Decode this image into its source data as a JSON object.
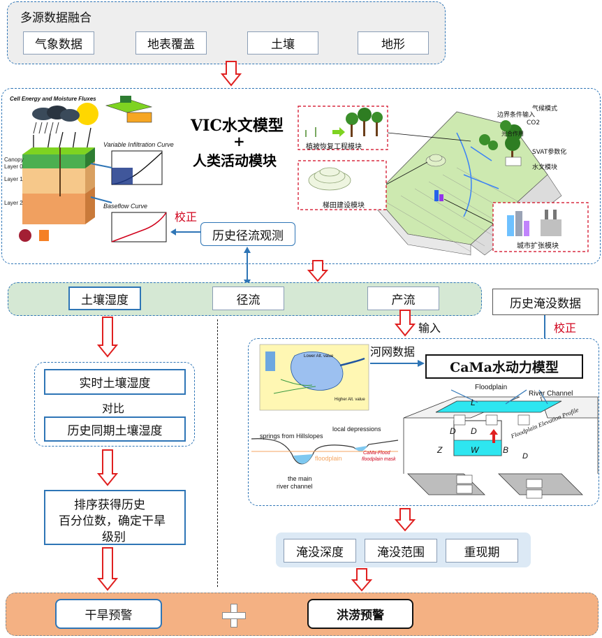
{
  "fusion": {
    "title": "多源数据融合",
    "items": [
      "气象数据",
      "地表覆盖",
      "土壤",
      "地形"
    ]
  },
  "vic": {
    "title_line1": "VIC水文模型",
    "title_plus": "+",
    "title_line2": "人类活动模块",
    "calibrate": "校正",
    "history_runoff": "历史径流观测",
    "fig_title": "Cell Energy and Moisture Fluxes",
    "infil_title": "Variable Infiltration Curve",
    "baseflow_title": "Baseflow Curve",
    "layers": [
      "Canopy",
      "Layer 0",
      "Layer 1",
      "Layer 2"
    ],
    "modules": {
      "terrace_restore": "植被恢复工程模块",
      "terrace_build": "梯田建设模块",
      "city": "城市扩张模块",
      "climate": "气候模式",
      "boundary": "边界条件输入",
      "co2": "CO2",
      "photo": "光合作用",
      "svat": "SVAT参数化",
      "hydro": "水文模块"
    }
  },
  "middle": {
    "items": [
      "土壤湿度",
      "径流",
      "产流"
    ]
  },
  "flood_history": "历史淹没数据",
  "flood_calibrate": "校正",
  "input_label": "输入",
  "river_data": "河网数据",
  "cama": {
    "title": "CaMa水动力模型",
    "floodplain": "Floodplain",
    "river_channel": "River Channel",
    "elevation_profile": "Floodplain Elevation Profile",
    "springs": "springs from Hillslopes",
    "depressions": "local depressions",
    "floodplain_small": "floodplain",
    "main_channel_1": "the main",
    "main_channel_2": "river channel",
    "mask_1": "CaMa-Flood",
    "mask_2": "floodplain mask",
    "lower_alt": "Lower Alt. value",
    "higher_alt": "Higher Alt. value"
  },
  "left_chain": {
    "realtime": "实时土壤湿度",
    "compare": "对比",
    "history_soil": "历史同期土壤湿度",
    "rank_line1": "排序获得历史",
    "rank_line2": "百分位数，确定干旱",
    "rank_line3": "级别"
  },
  "outputs": [
    "淹没深度",
    "淹没范围",
    "重现期"
  ],
  "final": {
    "drought": "干旱预警",
    "plus": "+",
    "flood": "洪涝预警"
  },
  "colors": {
    "panel_gray": "#eeeeee",
    "panel_green": "#d5e8d4",
    "panel_orange": "#f4b183",
    "outputs_bg": "#dce9f5",
    "dash_blue": "#2e75b6",
    "arrow_red": "#e02020"
  }
}
